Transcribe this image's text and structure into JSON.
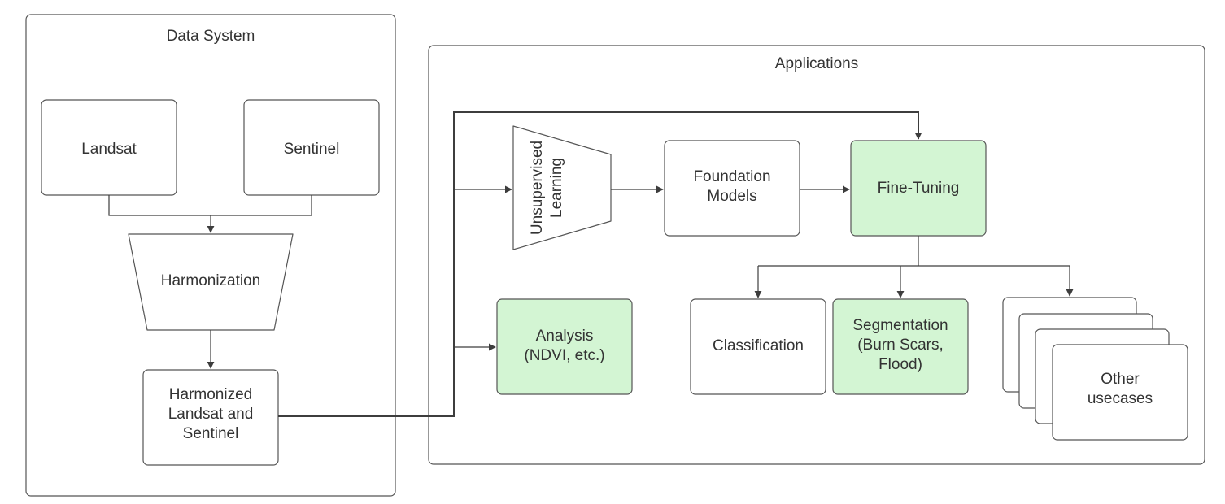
{
  "data_system": {
    "title": "Data System",
    "landsat": "Landsat",
    "sentinel": "Sentinel",
    "harmonization": "Harmonization",
    "harmonized": [
      "Harmonized",
      "Landsat and",
      "Sentinel"
    ]
  },
  "applications": {
    "title": "Applications",
    "unsupervised": [
      "Unsupervised",
      "Learning"
    ],
    "foundation": [
      "Foundation",
      "Models"
    ],
    "fine_tuning": "Fine-Tuning",
    "analysis": [
      "Analysis",
      "(NDVI, etc.)"
    ],
    "classification": "Classification",
    "segmentation": [
      "Segmentation",
      "(Burn Scars,",
      "Flood)"
    ],
    "other": [
      "Other",
      "usecases"
    ]
  },
  "colors": {
    "highlight_fill": "#d3f5d3",
    "stroke": "#3d3d3d",
    "text": "#333333"
  }
}
